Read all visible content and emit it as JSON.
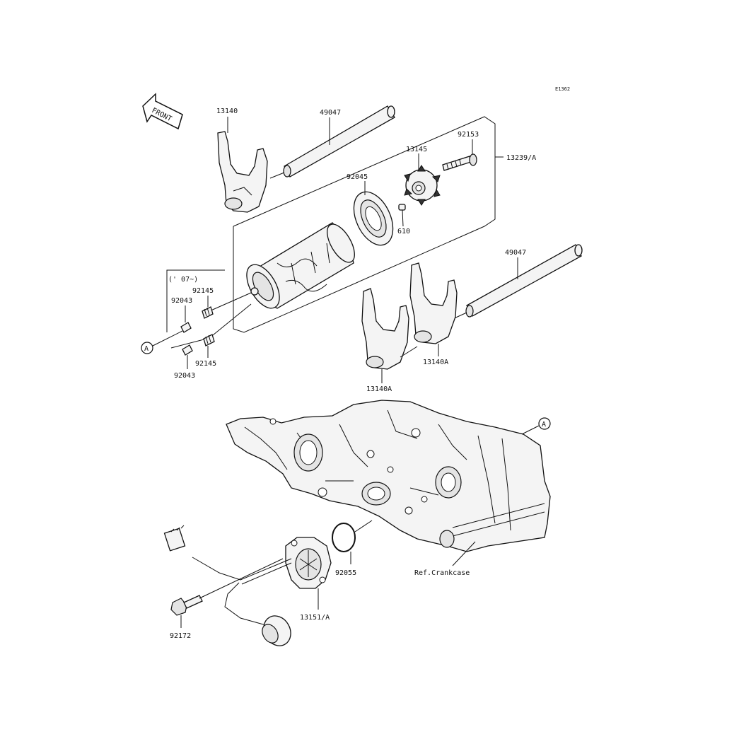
{
  "diagram_id": "E1362",
  "front_label": "FRONT",
  "year_note": "(' 07~)",
  "ref_marker": "A",
  "ref_label": "Ref.Crankcase",
  "parts": {
    "fork_upper": "13140",
    "rod_upper": "49047",
    "bolt": "92153",
    "cam": "13145",
    "assembly": "13239/A",
    "bearing": "92045",
    "pin": "610",
    "rod_lower": "49047",
    "spring_upper": "92145",
    "plunger_upper": "92043",
    "spring_lower": "92145",
    "plunger_lower": "92043",
    "fork_right": "13140A",
    "fork_left": "13140A",
    "oring": "92055",
    "sensor": "13151/A",
    "bolt_sensor": "92172"
  }
}
